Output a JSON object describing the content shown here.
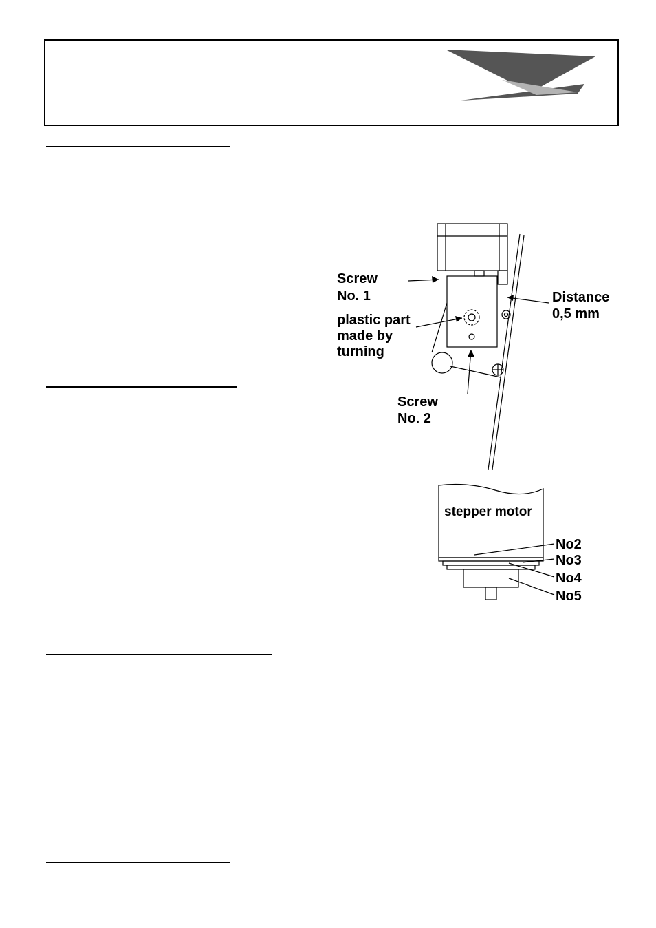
{
  "diagram": {
    "screw1": [
      "Screw",
      "No. 1"
    ],
    "plastic": [
      "plastic part",
      "made by",
      "turning"
    ],
    "distance": [
      "Distance",
      "0,5 mm"
    ],
    "screw2": [
      "Screw",
      "No. 2"
    ],
    "motor": "stepper motor",
    "parts": [
      "No2",
      "No3",
      "No4",
      "No5"
    ]
  },
  "colors": {
    "logo_dark": "#555555",
    "logo_light": "#b3b3b3"
  }
}
